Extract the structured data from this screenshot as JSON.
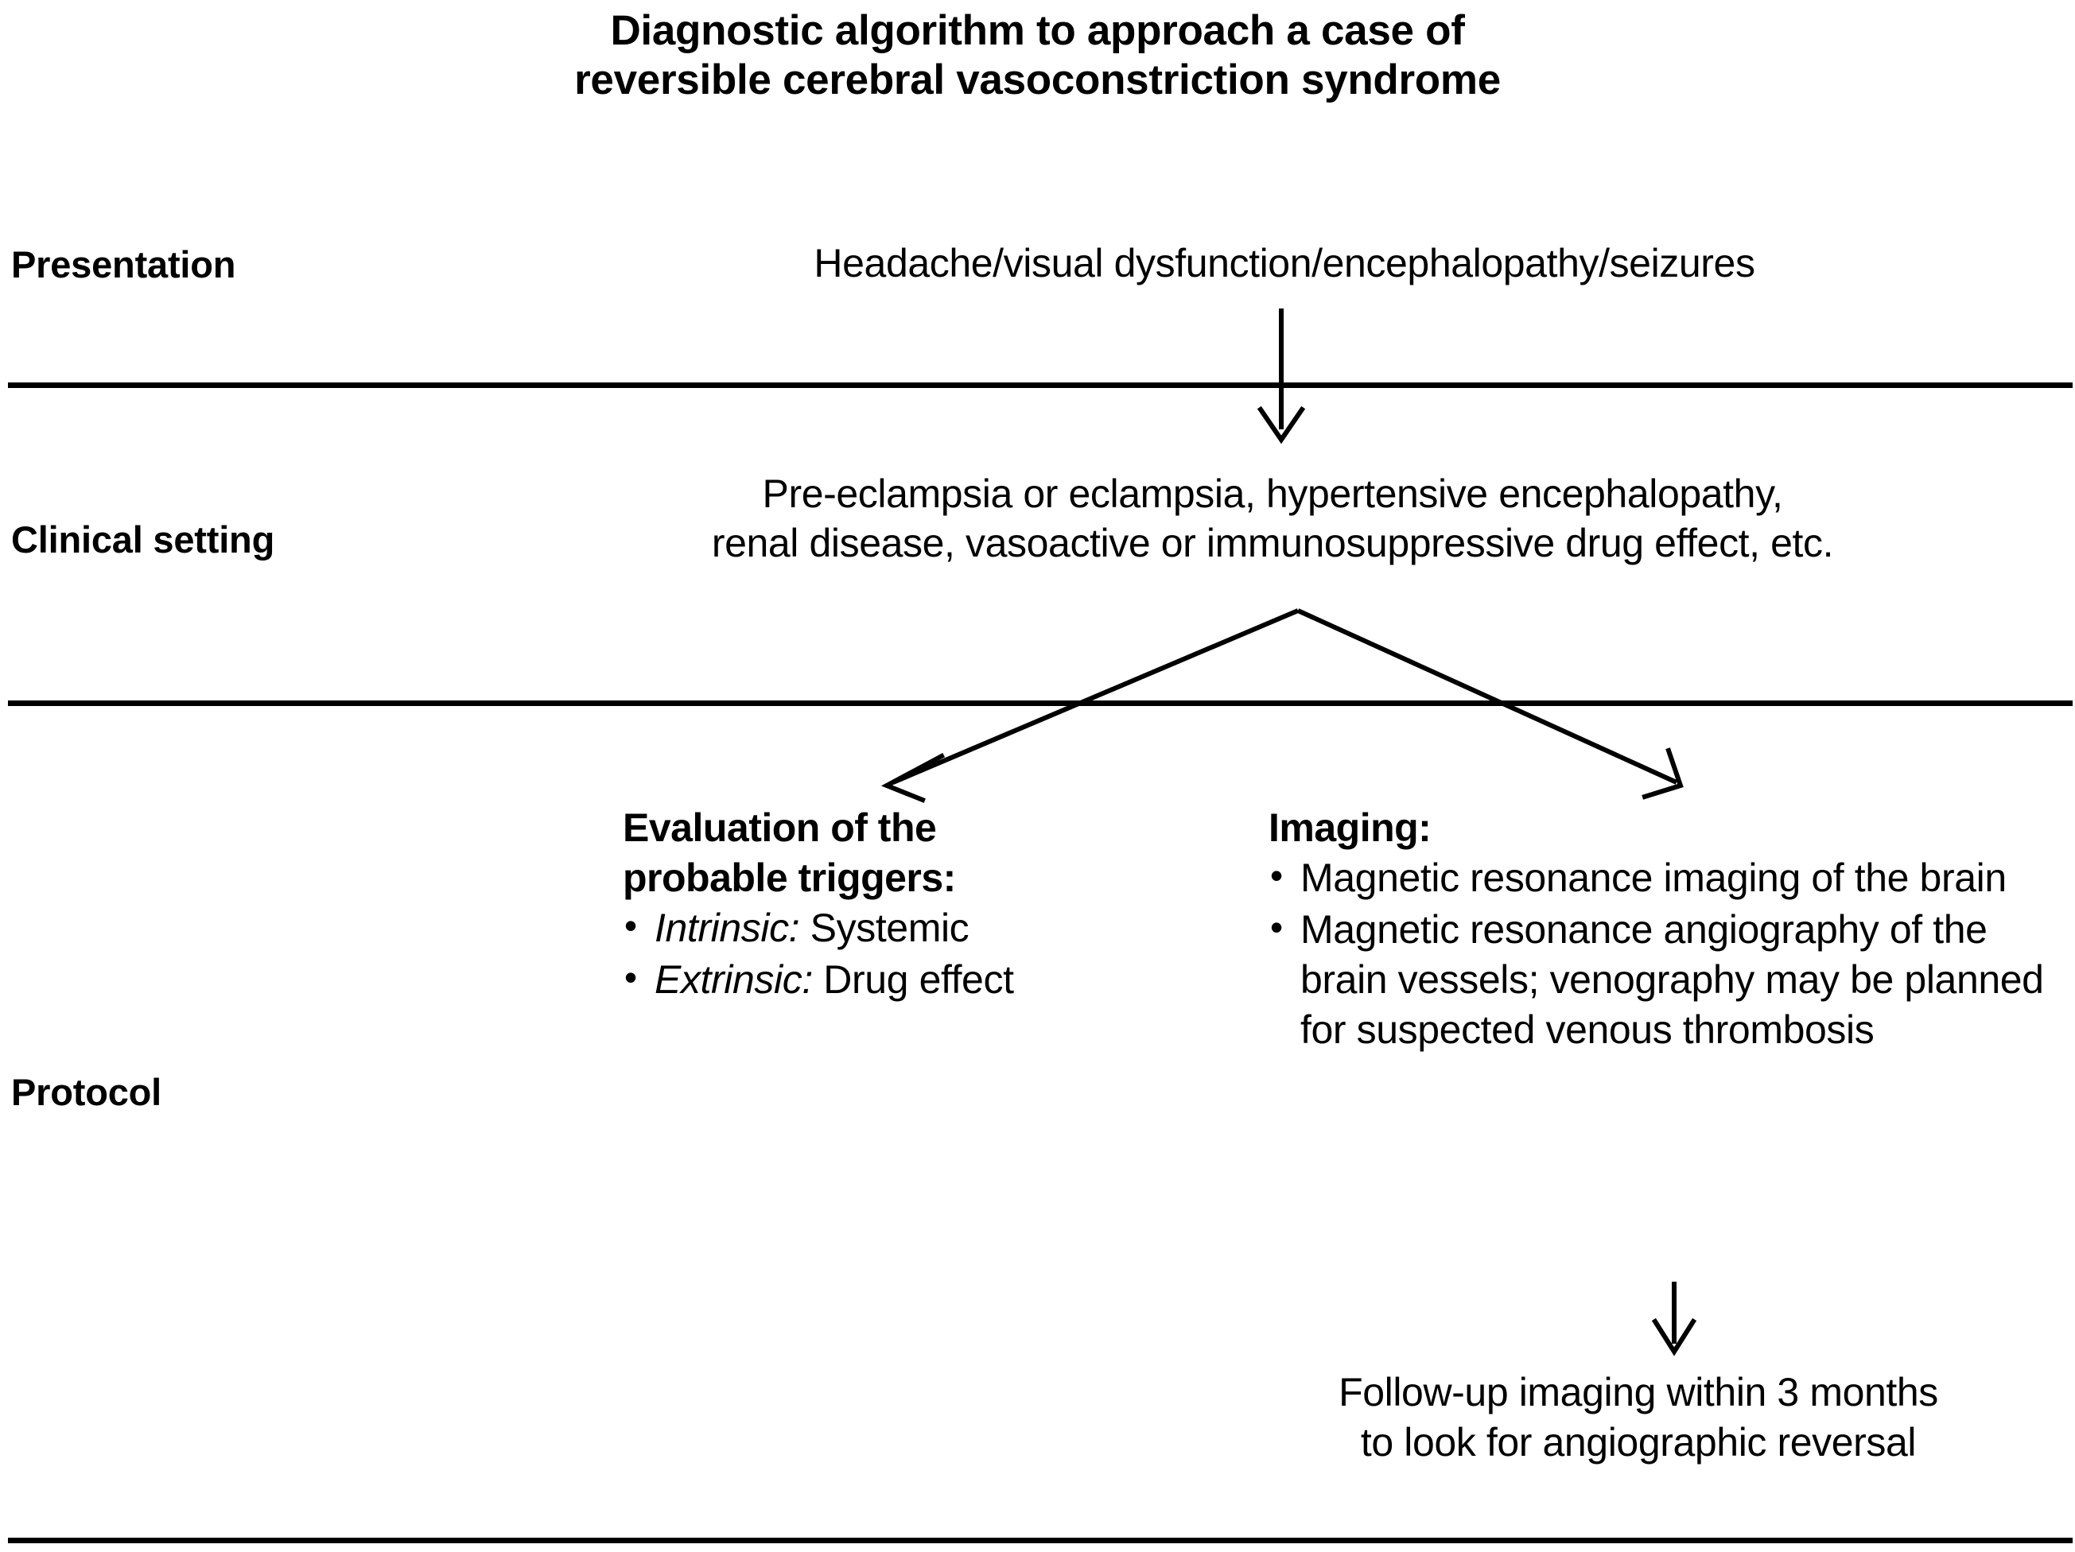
{
  "title": {
    "line1": "Diagnostic algorithm to approach a case of",
    "line2": "reversible cerebral vasoconstriction syndrome"
  },
  "row_labels": {
    "presentation": "Presentation",
    "clinical_setting": "Clinical setting",
    "protocol": "Protocol"
  },
  "presentation": {
    "text": "Headache/visual dysfunction/encephalopathy/seizures"
  },
  "clinical_setting": {
    "line1": "Pre-eclampsia or eclampsia, hypertensive encephalopathy,",
    "line2": "renal disease, vasoactive or immunosuppressive drug effect, etc."
  },
  "protocol": {
    "triggers": {
      "heading_line1": "Evaluation of the",
      "heading_line2": "probable triggers:",
      "bullets": [
        {
          "emphasis": "Intrinsic:",
          "rest": " Systemic"
        },
        {
          "emphasis": "Extrinsic:",
          "rest": " Drug effect"
        }
      ]
    },
    "imaging": {
      "heading": "Imaging:",
      "bullets": [
        "Magnetic resonance imaging of the brain",
        "Magnetic resonance angiography of the brain vessels; venography may be planned for suspected venous thrombosis"
      ]
    },
    "followup": {
      "line1": "Follow-up imaging within 3 months",
      "line2": "to look for angiographic reversal"
    }
  },
  "colors": {
    "background": "#ffffff",
    "ink": "#000000"
  }
}
